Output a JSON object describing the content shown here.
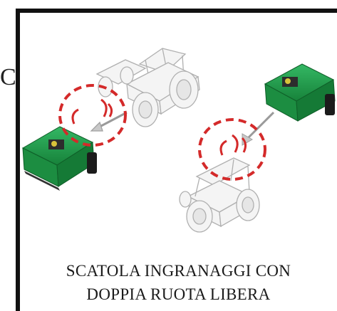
{
  "edge_letter": "C",
  "caption": {
    "line1": "SCATOLA INGRANAGGI CON",
    "line2": "DOPPIA RUOTA LIBERA"
  },
  "colors": {
    "frame": "#111111",
    "mower_green": "#1f9a4a",
    "dash_red": "#d42a2a",
    "tractor_outline": "#b8b8b8"
  }
}
